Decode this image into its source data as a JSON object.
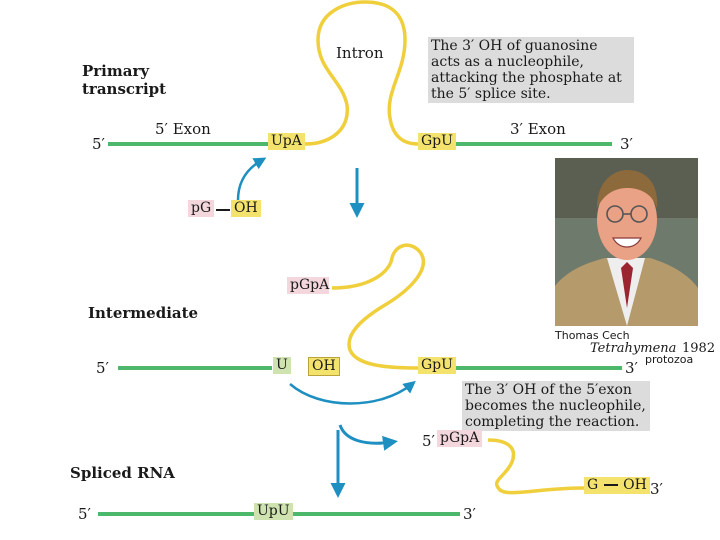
{
  "primary": {
    "title_line1": "Primary",
    "title_line2": "transcript",
    "five_prime": "5′",
    "three_prime": "3′",
    "exon5_label": "5′ Exon",
    "exon3_label": "3′ Exon",
    "intron_label": "Intron",
    "upa": "UpA",
    "gpu": "GpU",
    "pg": "pG",
    "oh": "OH",
    "note": [
      "The 3′ OH of guanosine",
      "acts as a nucleophile,",
      "attacking the phosphate at",
      "the 5′ splice site."
    ]
  },
  "intermediate": {
    "title": "Intermediate",
    "five_prime": "5′",
    "three_prime": "3′",
    "pgpa": "pGpA",
    "u": "U",
    "oh": "OH",
    "gpu": "GpU",
    "note": [
      "The 3′ OH of the 5′exon",
      "becomes the nucleophile,",
      "completing the reaction."
    ]
  },
  "spliced": {
    "title": "Spliced RNA",
    "five_prime": "5′",
    "three_prime": "3′",
    "upu": "UpU",
    "released_5prime": "5′",
    "released_pgpa": "pGpA",
    "released_g": "G",
    "released_oh": "OH",
    "released_3prime": "3′"
  },
  "photo_caption": {
    "name": "Thomas Cech",
    "organism": "Tetrahymena",
    "year": "1982",
    "type": "protozoa"
  },
  "colors": {
    "rna_green": "#4db86b",
    "intron_yellow": "#f0cf3c",
    "arrow_blue": "#1d8fc0",
    "highlight_yellow": "#f3e26c",
    "highlight_pink": "#f4d7dd",
    "highlight_green": "#cfe3b0",
    "note_gray": "#dcdcdc"
  }
}
